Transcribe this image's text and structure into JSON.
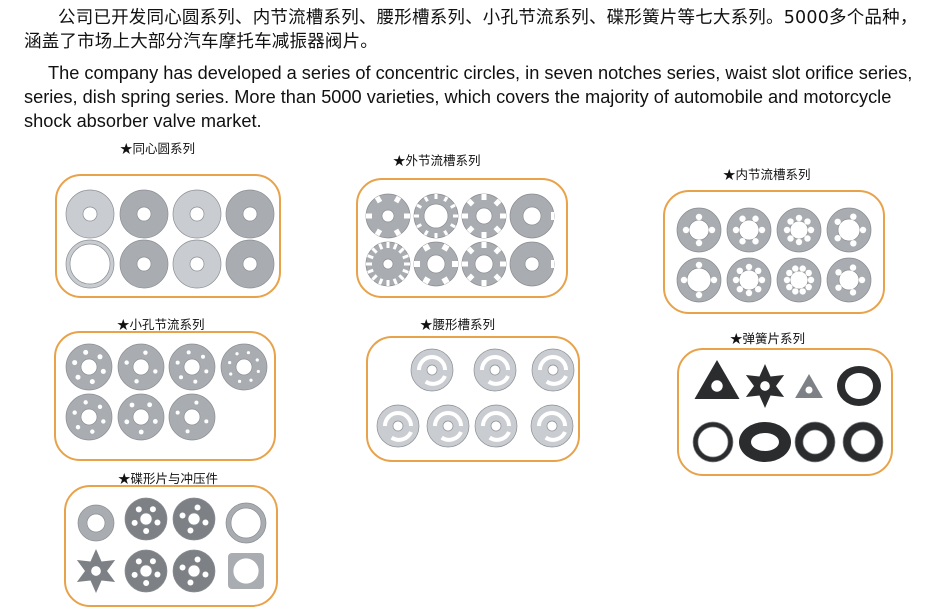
{
  "intro": {
    "zh": "公司已开发同心圆系列、内节流槽系列、腰形槽系列、小孔节流系列、碟形簧片等七大系列。5000多个品种，涵盖了市场上大部分汽车摩托车减振器阀片。",
    "en": "The company has developed a series of concentric circles, in seven notches series, waist slot orifice series, series, dish spring series. More than 5000 varieties, which covers the majority of automobile and motorcycle shock absorber valve market."
  },
  "groups": {
    "concentric": {
      "title": "★同心圆系列",
      "icons": [
        "plain-washer-icon",
        "plain-washer-icon",
        "plain-washer-icon",
        "plain-washer-icon",
        "thin-ring-icon",
        "plain-washer-icon",
        "plain-washer-icon",
        "plain-washer-icon"
      ]
    },
    "outer_slot": {
      "title": "★外节流槽系列",
      "icons": [
        "outer-notch-disc-icon",
        "outer-notch-disc-icon",
        "outer-notch-disc-icon",
        "outer-notch-disc-icon",
        "outer-notch-disc-icon",
        "outer-notch-disc-icon",
        "outer-notch-disc-icon",
        "outer-notch-disc-icon"
      ]
    },
    "inner_slot": {
      "title": "★内节流槽系列",
      "icons": [
        "inner-notch-disc-icon",
        "inner-notch-disc-icon",
        "inner-notch-disc-icon",
        "inner-notch-disc-icon",
        "inner-notch-disc-icon",
        "inner-notch-disc-icon",
        "inner-notch-disc-icon",
        "inner-notch-disc-icon"
      ]
    },
    "small_hole": {
      "title": "★小孔节流系列",
      "icons": [
        "perforated-disc-icon",
        "perforated-disc-icon",
        "perforated-disc-icon",
        "perforated-disc-icon",
        "perforated-disc-icon",
        "perforated-disc-icon",
        "perforated-disc-icon"
      ]
    },
    "waist_slot": {
      "title": "★腰形槽系列",
      "icons": [
        "waist-slot-disc-icon",
        "waist-slot-disc-icon",
        "waist-slot-disc-icon",
        "waist-slot-disc-icon",
        "waist-slot-disc-icon",
        "waist-slot-disc-icon",
        "waist-slot-disc-icon"
      ]
    },
    "spring": {
      "title": "★弹簧片系列",
      "icons": [
        "star-spring-icon",
        "star-spring-icon",
        "tri-spring-icon",
        "wave-spring-icon",
        "split-ring-icon",
        "oval-spring-icon",
        "dark-ring-icon",
        "dark-ring-icon"
      ]
    },
    "dish": {
      "title": "★碟形片与冲压件",
      "icons": [
        "e-clip-icon",
        "stamped-plate-icon",
        "stamped-plate-icon",
        "split-ring-icon",
        "spoke-star-icon",
        "gear-plate-icon",
        "stamped-plate-icon",
        "square-plate-icon"
      ]
    }
  },
  "colors": {
    "border": "#e8a24a",
    "metal": "#a9adb1",
    "metal_light": "#c9ccd0",
    "metal_dark": "#7d8185",
    "rubber": "#2b2c2e"
  }
}
